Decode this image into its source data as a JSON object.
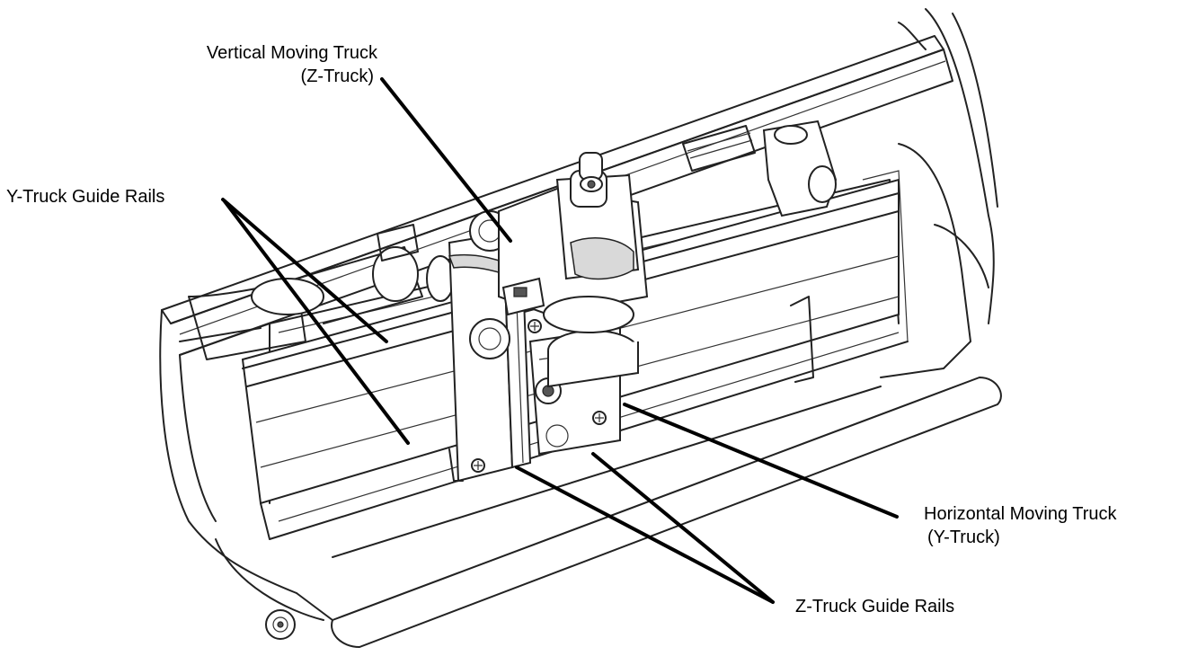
{
  "labels": {
    "z_truck_line1": "Vertical Moving Truck",
    "z_truck_line2": "(Z-Truck)",
    "y_rails": "Y-Truck Guide Rails",
    "y_truck_line1": "Horizontal Moving Truck",
    "y_truck_line2": "(Y-Truck)",
    "z_rails": "Z-Truck Guide Rails"
  },
  "colors": {
    "line": "#222222",
    "leader": "#000000",
    "background": "#ffffff"
  }
}
